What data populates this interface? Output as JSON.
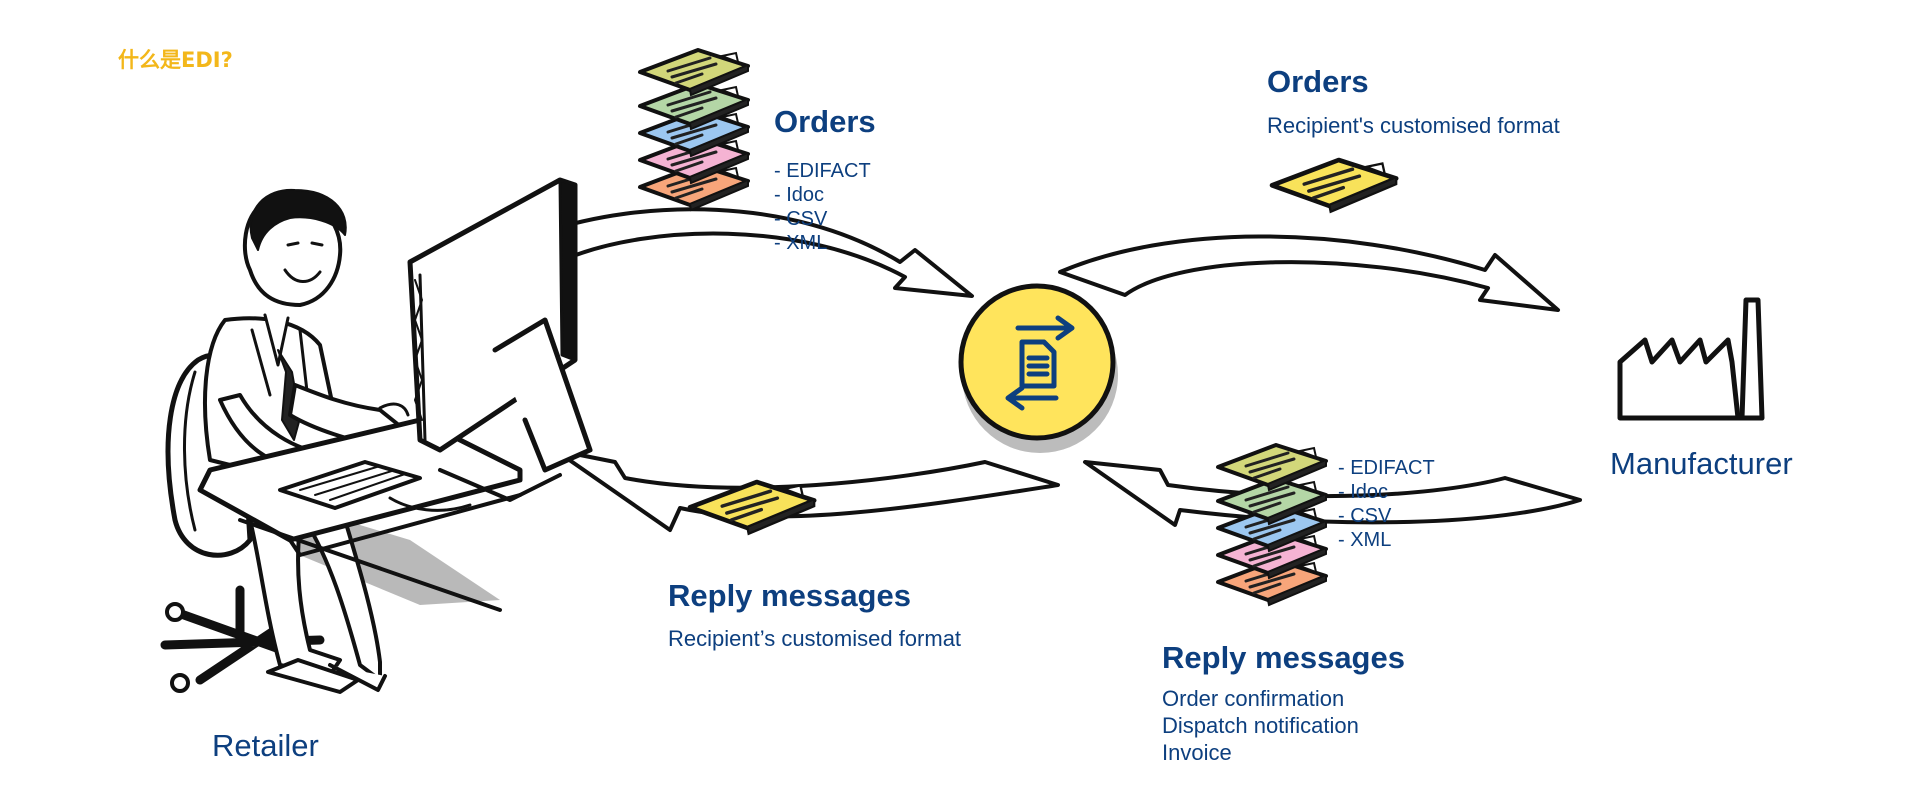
{
  "page_title": "什么是EDI?",
  "retailer": {
    "label": "Retailer"
  },
  "manufacturer": {
    "label": "Manufacturer"
  },
  "orders_outgoing": {
    "title": "Orders",
    "formats": [
      "- EDIFACT",
      "- Idoc",
      "- CSV",
      "- XML"
    ]
  },
  "orders_converted": {
    "title": "Orders",
    "subtitle": "Recipient's customised format"
  },
  "reply_incoming": {
    "title": "Reply messages",
    "items": [
      "Order confirmation",
      "Dispatch notification",
      "Invoice"
    ],
    "formats": [
      "- EDIFACT",
      "- Idoc",
      "- CSV",
      "- XML"
    ]
  },
  "reply_converted": {
    "title": "Reply messages",
    "subtitle": "Recipient’s customised format"
  },
  "colors": {
    "brand_blue": "#0d3f7f",
    "hub_yellow": "#ffe45c",
    "title_yellow": "#f3b71a",
    "doc_olive": "#d2d77a",
    "doc_green": "#b4d6a6",
    "doc_blue": "#9cc7f0",
    "doc_pink": "#f5b3d3",
    "doc_orange": "#f7a57a",
    "doc_yellow": "#f8e25a"
  },
  "icons": {
    "hub": "edi-converter-icon",
    "manufacturer": "factory-icon",
    "retailer": "person-at-computer-illustration"
  }
}
